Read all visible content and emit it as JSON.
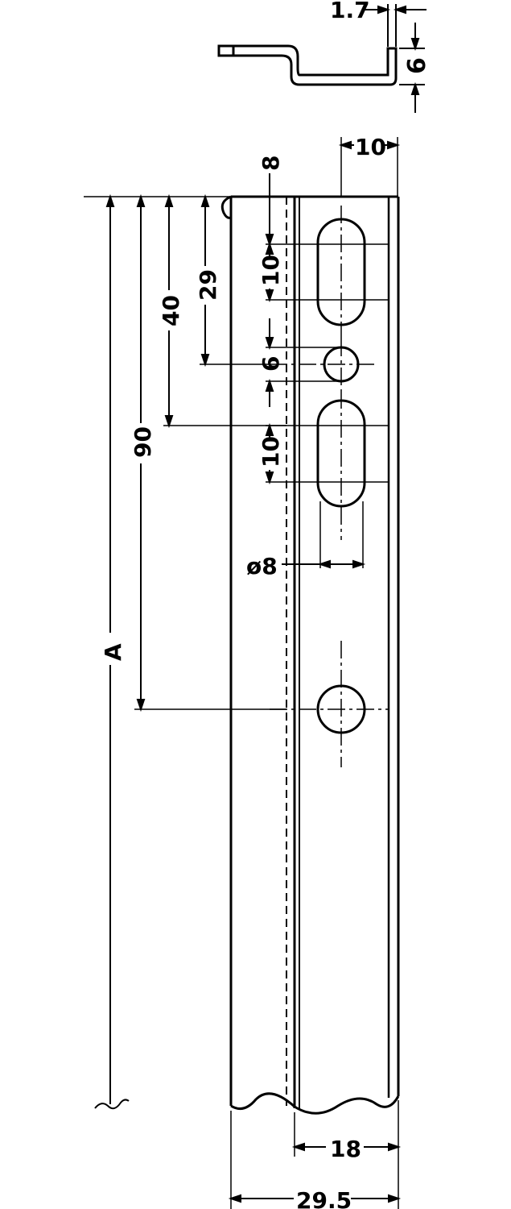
{
  "dimensions": {
    "sheet_thickness": "1.7",
    "flange_height": "6",
    "hole_offset_top": "10",
    "first_slot_offset": "8",
    "slot1_length": "10",
    "to_round_hole": "29",
    "round_hole_dia": "6",
    "to_slot2": "40",
    "slot2_length": "10",
    "to_large_hole": "90",
    "large_hole_dia": "ø8",
    "overall_length": "A",
    "inner_width": "18",
    "overall_width": "29.5"
  },
  "colors": {
    "line": "#000000",
    "background": "#ffffff"
  }
}
